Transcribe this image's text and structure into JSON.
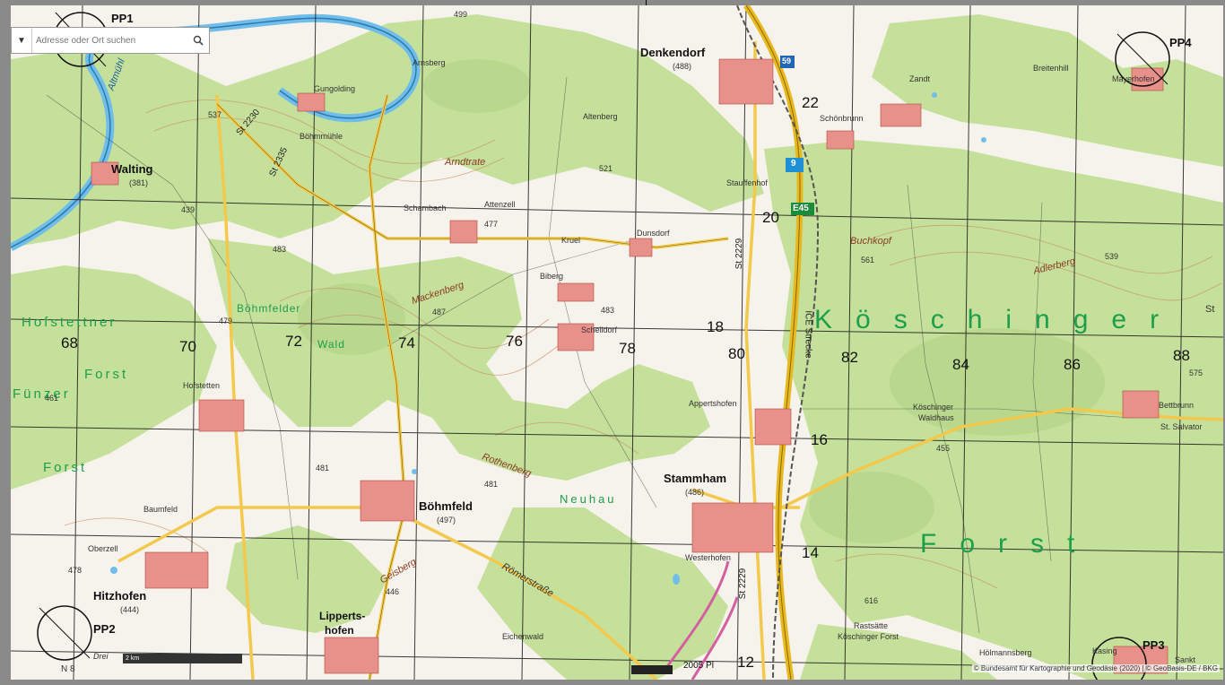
{
  "colors": {
    "forest": "#c5e09a",
    "forest_dark": "#b4d487",
    "open_land": "#f6f3ec",
    "settlement": "#e8908a",
    "river": "#6fbde8",
    "road_main": "#f2c94c",
    "highway": "#e8b820",
    "rail": "#555555",
    "grid": "#1a1a1a",
    "contour": "#c78a5a",
    "forest_text": "#1d9e4a"
  },
  "search": {
    "placeholder": "Adresse oder Ort suchen",
    "dropdown_icon": "caret-down-icon",
    "button_icon": "search-icon"
  },
  "markers": {
    "pp1": "PP1",
    "pp2": "PP2",
    "pp3": "PP3",
    "pp4": "PP4"
  },
  "towns": {
    "walting": "Walting",
    "walting_elev": "(381)",
    "denkendorf": "Denkendorf",
    "denkendorf_elev": "(488)",
    "boehmfeld": "Böhmfeld",
    "boehmfeld_elev": "(497)",
    "stammham": "Stammham",
    "stammham_elev": "(486)",
    "hitzhofen": "Hitzhofen",
    "hitzhofen_elev": "(444)",
    "lipperts": "Lipperts-",
    "lipperts2": "hofen"
  },
  "places": {
    "arnsberg": "Arnsberg",
    "gungolding": "Gungolding",
    "boehmmuehle": "Böhmmühle",
    "altenberg": "Altenberg",
    "schambach": "Schambach",
    "attenzell": "Attenzell",
    "kruel": "Kruel",
    "dunsdorf": "Dunsdorf",
    "biberg": "Biberg",
    "schelldorf": "Schelldorf",
    "appertshofen": "Appertshofen",
    "hofstetten": "Hofstetten",
    "westerhofen": "Westerhofen",
    "oberzell": "Oberzell",
    "baumfeld": "Baumfeld",
    "schoenbrunn": "Schönbrunn",
    "zandt": "Zandt",
    "breitenhill": "Breitenhill",
    "mayerhofen": "Mayerhofen",
    "bettbrunn": "Bettbrunn",
    "st_salvator": "St. Salvator",
    "koeschinger_waldhaus": "Köschinger",
    "koeschinger_waldhaus2": "Waldhaus",
    "kasing": "Kasing",
    "hoelmannsberg": "Hölmannsberg",
    "eichenwald": "Eichenwald",
    "raststaette": "Rastsätte",
    "raststaette2": "Köschinger Forst",
    "sankt": "Sankt",
    "stammfeldhof": "Stauffenhof",
    "sulz": "St"
  },
  "area_names": {
    "hofstettner": "Hofstettner",
    "forst_left": "Forst",
    "fuenzer": "Fünzer",
    "forst_left2": "Forst",
    "koeschinger": "Köschinger",
    "forst_big": "Forst",
    "neuhau": "Neuhau",
    "boehmfelder": "Böhmfelder",
    "wald": "Wald"
  },
  "terrain": {
    "arndtraete": "Arndtrate",
    "mackenberg": "Mackenberg",
    "rothenberg": "Rothenberg",
    "buchkopf": "Buchkopf",
    "adlerberg": "Adlerberg",
    "geisberg": "Geisberg",
    "roemerstrasse": "Römerstraße",
    "altmuehl": "Altmühl"
  },
  "roads": {
    "st2230": "St 2230",
    "st2335": "St 2335",
    "st2229": "St 2229",
    "st2229b": "St 2229",
    "ice": "ICE Strecke",
    "a9": "9",
    "e45": "E45",
    "exit59": "59"
  },
  "grid_labels": {
    "x68": "68",
    "x70": "70",
    "x72": "72",
    "x74": "74",
    "x76": "76",
    "x78": "78",
    "x80": "80",
    "x82": "82",
    "x84": "84",
    "x86": "86",
    "x88": "88",
    "y22": "22",
    "y20": "20",
    "y18": "18",
    "y16": "16",
    "y14": "14",
    "y12": "12"
  },
  "elevations": {
    "e1": "537",
    "e2": "461",
    "e3": "439",
    "e4": "483",
    "e5": "479",
    "e6": "487",
    "e7": "477",
    "e8": "521",
    "e9": "483",
    "e10": "561",
    "e11": "539",
    "e12": "575",
    "e13": "455",
    "e14": "478",
    "e15": "446",
    "e16": "481",
    "e17": "499",
    "e18": "481",
    "e19": "616"
  },
  "scalebar": "2 km",
  "bottom_text": "2005 Pl",
  "attribution": "© Bundesamt für Kartographie und Geodäsie (2020) | © GeoBasis-DE / BKG",
  "misc": {
    "north": "N 8",
    "drei": "Drei"
  }
}
